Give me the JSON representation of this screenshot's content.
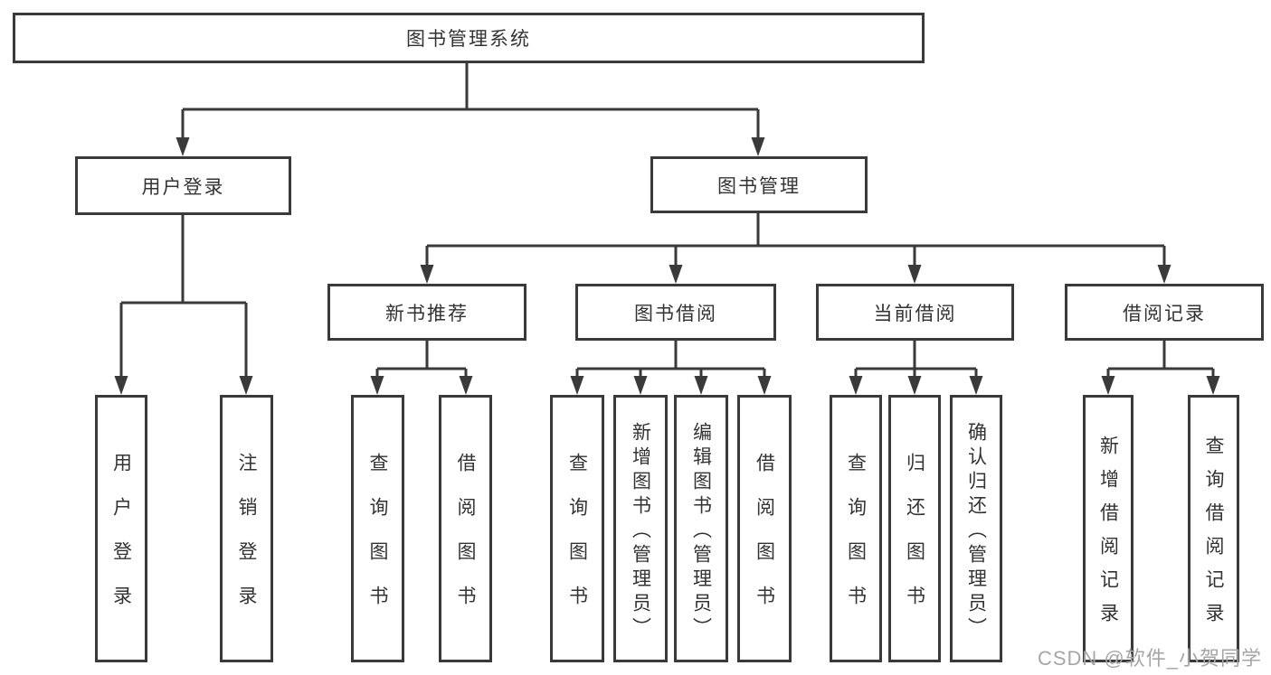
{
  "tree": {
    "root": {
      "label": "图书管理系统",
      "children": [
        {
          "label": "用户登录",
          "children": [
            {
              "label": "用户登录"
            },
            {
              "label": "注销登录"
            }
          ]
        },
        {
          "label": "图书管理",
          "children": [
            {
              "label": "新书推荐",
              "children": [
                {
                  "label": "查询图书"
                },
                {
                  "label": "借阅图书"
                }
              ]
            },
            {
              "label": "图书借阅",
              "children": [
                {
                  "label": "查询图书"
                },
                {
                  "label": "新增图书（管理员）"
                },
                {
                  "label": "编辑图书（管理员）"
                },
                {
                  "label": "借阅图书"
                }
              ]
            },
            {
              "label": "当前借阅",
              "children": [
                {
                  "label": "查询图书"
                },
                {
                  "label": "归还图书"
                },
                {
                  "label": "确认归还（管理员）"
                }
              ]
            },
            {
              "label": "借阅记录",
              "children": [
                {
                  "label": "新增借阅记录"
                },
                {
                  "label": "查询借阅记录"
                }
              ]
            }
          ]
        }
      ]
    }
  },
  "watermark": {
    "text": "CSDN @软件_小贺同学"
  },
  "colors": {
    "line": "#3a3a3a",
    "text": "#333333",
    "watermark": "#a6a6a6",
    "background": "#ffffff"
  }
}
